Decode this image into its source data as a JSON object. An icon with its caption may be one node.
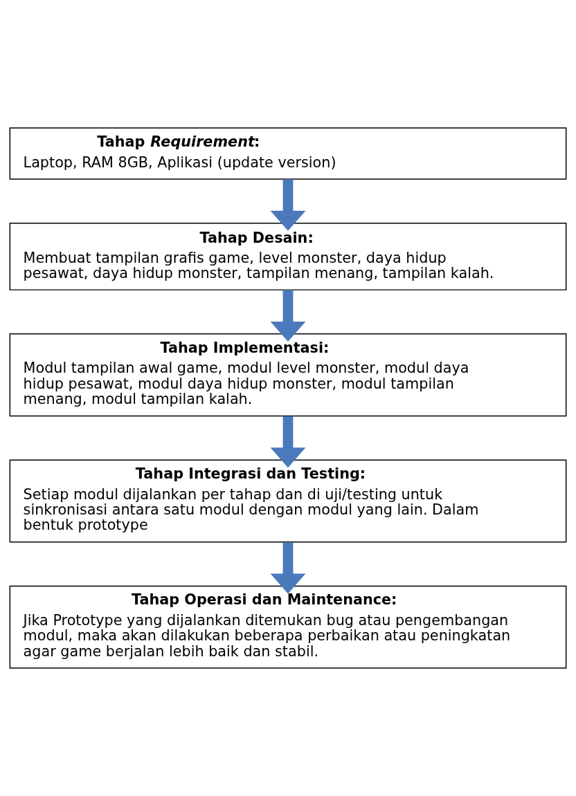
{
  "diagram": {
    "nodes": [
      {
        "text": [
          "Tahap *Requirement*:",
          "Laptop, RAM 8GB, Aplikasi (update version)"
        ]
      },
      {
        "text": [
          "Tahap Desain:",
          "Membuat tampilan grafis game, level monster, daya hidup pesawat, daya hidup monster, tampilan menang, tampilan kalah."
        ]
      },
      {
        "text": [
          "Tahap Implementasi:",
          "Modul tampilan awal game, modul level monster, modul daya hidup pesawat, modul daya hidup monster, modul tampilan menang, modul tampilan kalah."
        ]
      },
      {
        "text": [
          "Tahap Integrasi dan Testing:",
          "Setiap modul dijalankan per tahap dan di uji/testing untuk sinkronisasi antara satu modul dengan modul yang lain. Dalam bentuk prototype"
        ]
      },
      {
        "text": [
          "Tahap Operasi dan Maintenance:",
          "Jika Prototype yang dijalankan ditemukan bug atau pengembangan modul, maka akan dilakukan beberapa perbaikan atau peningkatan agar game berjalan lebih baik dan stabil."
        ]
      }
    ],
    "edges": [
      {
        "from": 0,
        "to": 1,
        "arrow": "to"
      },
      {
        "from": 1,
        "to": 2,
        "arrow": "to"
      },
      {
        "from": 2,
        "to": 3,
        "arrow": "to"
      },
      {
        "from": 3,
        "to": 4,
        "arrow": "to"
      }
    ]
  }
}
